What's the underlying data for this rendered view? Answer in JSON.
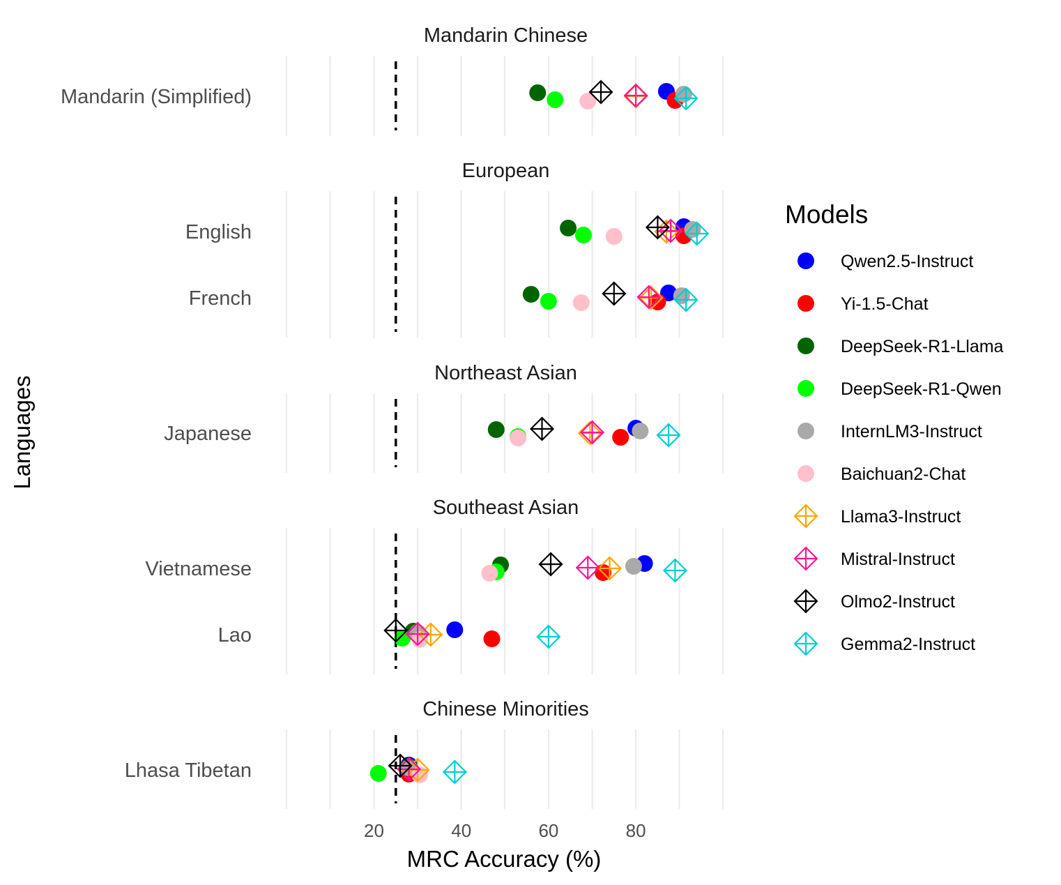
{
  "chart_data": {
    "type": "scatter",
    "xlabel": "MRC Accuracy (%)",
    "ylabel": "Languages",
    "x_ticks": [
      20,
      40,
      60,
      80
    ],
    "reference_line": 25,
    "legend_title": "Models",
    "legend_position": "right",
    "facets": [
      {
        "title": "Mandarin Chinese",
        "rows": [
          "Mandarin (Simplified)"
        ]
      },
      {
        "title": "European",
        "rows": [
          "English",
          "French"
        ]
      },
      {
        "title": "Northeast Asian",
        "rows": [
          "Japanese"
        ]
      },
      {
        "title": "Southeast Asian",
        "rows": [
          "Vietnamese",
          "Lao"
        ]
      },
      {
        "title": "Chinese Minorities",
        "rows": [
          "Lhasa Tibetan"
        ]
      }
    ],
    "series": [
      {
        "name": "Qwen2.5-Instruct",
        "color": "#0000ff",
        "marker": "circle",
        "values": {
          "Mandarin (Simplified)": 87,
          "English": 91,
          "French": 87.5,
          "Japanese": 80,
          "Vietnamese": 82,
          "Lao": 38.5,
          "Lhasa Tibetan": 28
        }
      },
      {
        "name": "Yi-1.5-Chat",
        "color": "#ff0000",
        "marker": "circle",
        "values": {
          "Mandarin (Simplified)": 89,
          "English": 91,
          "French": 85,
          "Japanese": 76.5,
          "Vietnamese": 72.5,
          "Lao": 47,
          "Lhasa Tibetan": 28
        }
      },
      {
        "name": "DeepSeek-R1-Llama",
        "color": "#006400",
        "marker": "circle",
        "values": {
          "Mandarin (Simplified)": 57.5,
          "English": 64.5,
          "French": 56,
          "Japanese": 48,
          "Vietnamese": 49,
          "Lao": 29,
          "Lhasa Tibetan": 28
        }
      },
      {
        "name": "DeepSeek-R1-Qwen",
        "color": "#00ff00",
        "marker": "circle",
        "values": {
          "Mandarin (Simplified)": 61.5,
          "English": 68,
          "French": 60,
          "Japanese": 53,
          "Vietnamese": 48,
          "Lao": 26.5,
          "Lhasa Tibetan": 21
        }
      },
      {
        "name": "InternLM3-Instruct",
        "color": "#a9a9a9",
        "marker": "circle",
        "values": {
          "Mandarin (Simplified)": 91,
          "English": 93,
          "French": 90.5,
          "Japanese": 81,
          "Vietnamese": 79.5,
          "Lao": 30,
          "Lhasa Tibetan": 28
        }
      },
      {
        "name": "Baichuan2-Chat",
        "color": "#ffc0cb",
        "marker": "circle",
        "values": {
          "Mandarin (Simplified)": 69,
          "English": 75,
          "French": 67.5,
          "Japanese": 53,
          "Vietnamese": 46.5,
          "Lao": 30.5,
          "Lhasa Tibetan": 30.5
        }
      },
      {
        "name": "Llama3-Instruct",
        "color": "#ffa500",
        "marker": "diamond-plus",
        "values": {
          "Mandarin (Simplified)": 80,
          "English": 87,
          "French": 83.5,
          "Japanese": 69.5,
          "Vietnamese": 74,
          "Lao": 33,
          "Lhasa Tibetan": 30
        }
      },
      {
        "name": "Mistral-Instruct",
        "color": "#ff1493",
        "marker": "diamond-plus",
        "values": {
          "Mandarin (Simplified)": 80,
          "English": 88,
          "French": 83,
          "Japanese": 70,
          "Vietnamese": 69,
          "Lao": 30,
          "Lhasa Tibetan": 28
        }
      },
      {
        "name": "Olmo2-Instruct",
        "color": "#000000",
        "marker": "diamond-plus",
        "values": {
          "Mandarin (Simplified)": 72,
          "English": 85,
          "French": 75,
          "Japanese": 58.5,
          "Vietnamese": 60.5,
          "Lao": 25,
          "Lhasa Tibetan": 26
        }
      },
      {
        "name": "Gemma2-Instruct",
        "color": "#00ced1",
        "marker": "diamond-plus",
        "values": {
          "Mandarin (Simplified)": 91.5,
          "English": 94,
          "French": 91.5,
          "Japanese": 87.5,
          "Vietnamese": 89,
          "Lao": 60,
          "Lhasa Tibetan": 38.5
        }
      }
    ]
  }
}
